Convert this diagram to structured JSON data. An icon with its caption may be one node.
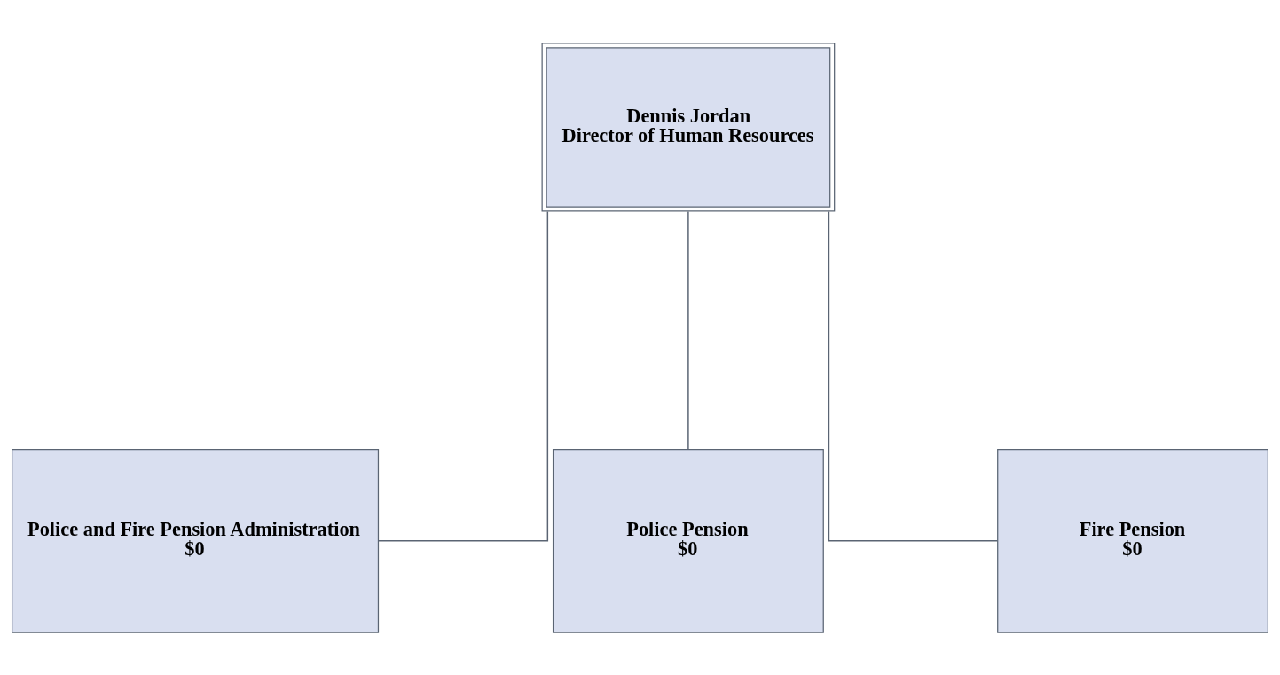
{
  "diagram": {
    "nodes": [
      {
        "text": [
          "Dennis Jordan",
          "Director of Human Resources"
        ]
      },
      {
        "text": [
          "Police and Fire Pension Administration",
          "$0"
        ]
      },
      {
        "text": [
          "Police Pension",
          "$0"
        ]
      },
      {
        "text": [
          "Fire Pension",
          "$0"
        ]
      }
    ],
    "edges": [
      {
        "from": 0,
        "to": 1,
        "arrow": "none"
      },
      {
        "from": 0,
        "to": 2,
        "arrow": "none"
      },
      {
        "from": 0,
        "to": 3,
        "arrow": "none"
      }
    ]
  }
}
